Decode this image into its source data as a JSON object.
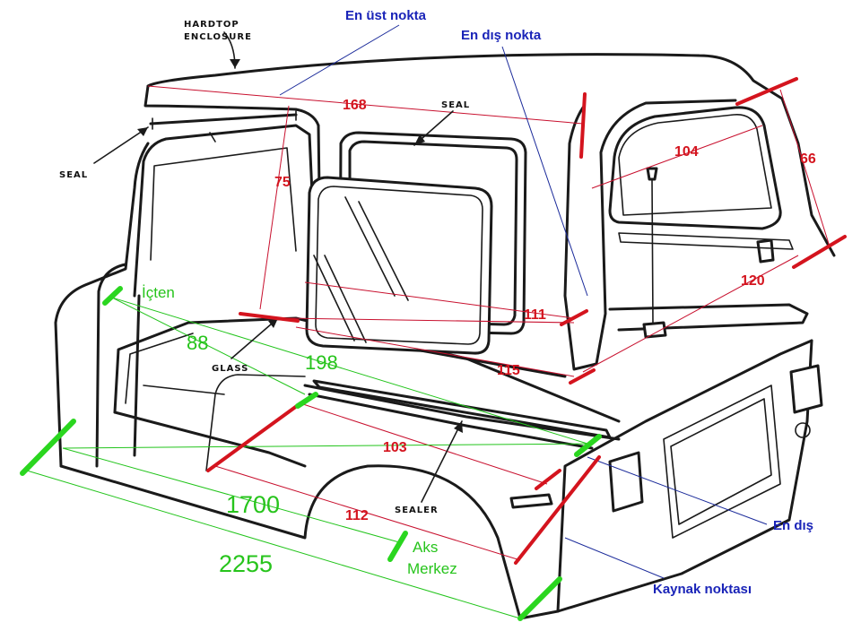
{
  "colors": {
    "measure_red": "#d4141e",
    "measure_green": "#27c41c",
    "annotation_blue": "#1a24b8",
    "line_art": "#1a1a1a"
  },
  "part_labels": {
    "hardtop_line1": "HARDTOP",
    "hardtop_line2": "ENCLOSURE",
    "seal_left": "SEAL",
    "seal_center": "SEAL",
    "glass": "GLASS",
    "sealer": "SEALER"
  },
  "annotations": {
    "top_point": "En üst nokta",
    "outer_point": "En dış nokta",
    "outermost": "En dış",
    "weld_point": "Kaynak noktası",
    "inside": "İçten",
    "axle_line1": "Aks",
    "axle_line2": "Merkez"
  },
  "measurements_red": {
    "roof_length": "168",
    "rear_window_height": "75",
    "side_window_width": "104",
    "side_height": "66",
    "bed_rail": "120",
    "window_base": "111",
    "cab_base": "115",
    "bed_mid": "103",
    "bed_lower": "112"
  },
  "measurements_green": {
    "inner_88": "88",
    "inner_198": "198",
    "length_1700": "1700",
    "length_2255": "2255"
  }
}
